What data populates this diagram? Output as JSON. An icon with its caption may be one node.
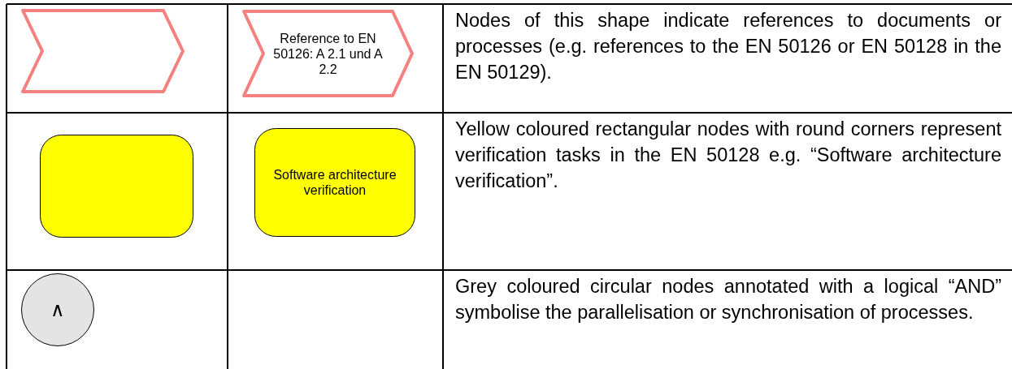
{
  "diagram": {
    "nodes": [
      {
        "text": [],
        "shape": "chevron"
      },
      {
        "text": [
          "Reference to EN 50126: A 2.1 und A 2.2"
        ]
      },
      {
        "text": [],
        "shape": "box"
      },
      {
        "text": [
          "Software architecture verification"
        ]
      },
      {
        "text": [
          "∧"
        ]
      }
    ],
    "labels": [
      "Nodes of this shape indicate references to documents or processes (e.g. references to the EN 50126 or EN 50128 in the EN 50129).",
      "Yellow coloured rectangular nodes with round corners represent verification tasks in the EN 50128 e.g. “Software architecture verification”.",
      "Grey coloured circular nodes annotated with a logical “AND” symbolise the parallelisation or synchronisation of processes."
    ]
  }
}
